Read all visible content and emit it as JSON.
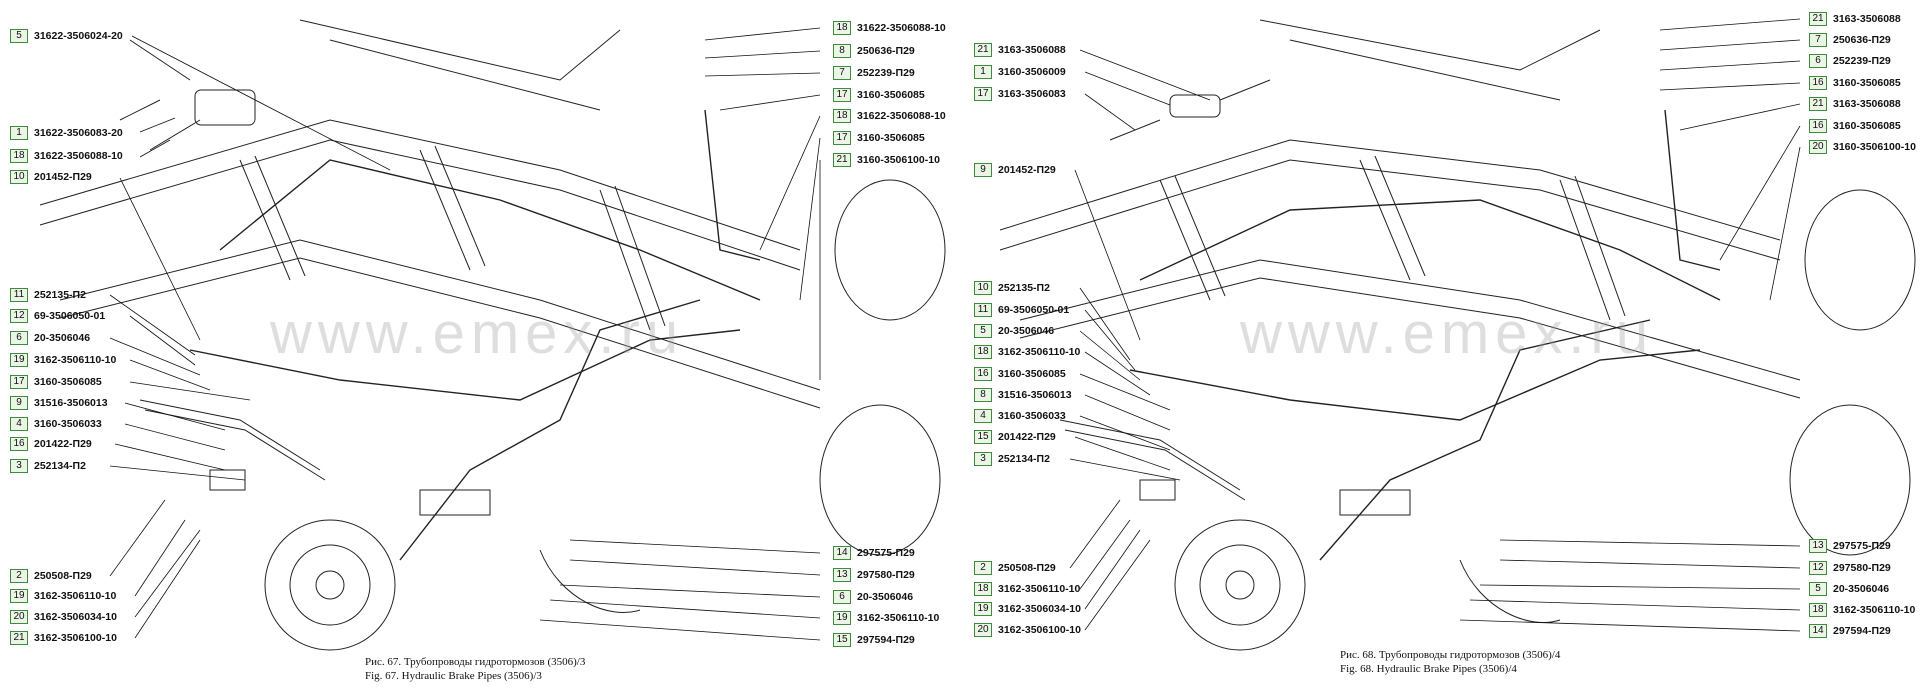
{
  "fig67": {
    "watermark": "www.emex.ru",
    "caption_ru": "Рис. 67. Трубопроводы гидротормозов (3506)/3",
    "caption_en": "Fig. 67. Hydraulic Brake Pipes (3506)/3",
    "labels": [
      {
        "num": "5",
        "code": "31622-3506024-20"
      },
      {
        "num": "1",
        "code": "31622-3506083-20"
      },
      {
        "num": "18",
        "code": "31622-3506088-10"
      },
      {
        "num": "10",
        "code": "201452-П29"
      },
      {
        "num": "11",
        "code": "252135-П2"
      },
      {
        "num": "12",
        "code": "69-3506050-01"
      },
      {
        "num": "6",
        "code": "20-3506046"
      },
      {
        "num": "19",
        "code": "3162-3506110-10"
      },
      {
        "num": "17",
        "code": "3160-3506085"
      },
      {
        "num": "9",
        "code": "31516-3506013"
      },
      {
        "num": "4",
        "code": "3160-3506033"
      },
      {
        "num": "16",
        "code": "201422-П29"
      },
      {
        "num": "3",
        "code": "252134-П2"
      },
      {
        "num": "2",
        "code": "250508-П29"
      },
      {
        "num": "19",
        "code": "3162-3506110-10"
      },
      {
        "num": "20",
        "code": "3162-3506034-10"
      },
      {
        "num": "21",
        "code": "3162-3506100-10"
      },
      {
        "num": "18",
        "code": "31622-3506088-10"
      },
      {
        "num": "8",
        "code": "250636-П29"
      },
      {
        "num": "7",
        "code": "252239-П29"
      },
      {
        "num": "17",
        "code": "3160-3506085"
      },
      {
        "num": "18",
        "code": "31622-3506088-10"
      },
      {
        "num": "17",
        "code": "3160-3506085"
      },
      {
        "num": "21",
        "code": "3160-3506100-10"
      },
      {
        "num": "14",
        "code": "297575-П29"
      },
      {
        "num": "13",
        "code": "297580-П29"
      },
      {
        "num": "6",
        "code": "20-3506046"
      },
      {
        "num": "19",
        "code": "3162-3506110-10"
      },
      {
        "num": "15",
        "code": "297594-П29"
      }
    ]
  },
  "fig68": {
    "watermark": "www.emex.ru",
    "caption_ru": "Рис. 68. Трубопроводы гидротормозов (3506)/4",
    "caption_en": "Fig. 68. Hydraulic Brake Pipes (3506)/4",
    "labels": [
      {
        "num": "21",
        "code": "3163-3506088"
      },
      {
        "num": "1",
        "code": "3160-3506009"
      },
      {
        "num": "17",
        "code": "3163-3506083"
      },
      {
        "num": "9",
        "code": "201452-П29"
      },
      {
        "num": "10",
        "code": "252135-П2"
      },
      {
        "num": "11",
        "code": "69-3506050-01"
      },
      {
        "num": "5",
        "code": "20-3506046"
      },
      {
        "num": "18",
        "code": "3162-3506110-10"
      },
      {
        "num": "16",
        "code": "3160-3506085"
      },
      {
        "num": "8",
        "code": "31516-3506013"
      },
      {
        "num": "4",
        "code": "3160-3506033"
      },
      {
        "num": "15",
        "code": "201422-П29"
      },
      {
        "num": "3",
        "code": "252134-П2"
      },
      {
        "num": "2",
        "code": "250508-П29"
      },
      {
        "num": "18",
        "code": "3162-3506110-10"
      },
      {
        "num": "19",
        "code": "3162-3506034-10"
      },
      {
        "num": "20",
        "code": "3162-3506100-10"
      },
      {
        "num": "21",
        "code": "3163-3506088"
      },
      {
        "num": "7",
        "code": "250636-П29"
      },
      {
        "num": "6",
        "code": "252239-П29"
      },
      {
        "num": "16",
        "code": "3160-3506085"
      },
      {
        "num": "21",
        "code": "3163-3506088"
      },
      {
        "num": "16",
        "code": "3160-3506085"
      },
      {
        "num": "20",
        "code": "3160-3506100-10"
      },
      {
        "num": "13",
        "code": "297575-П29"
      },
      {
        "num": "12",
        "code": "297580-П29"
      },
      {
        "num": "5",
        "code": "20-3506046"
      },
      {
        "num": "18",
        "code": "3162-3506110-10"
      },
      {
        "num": "14",
        "code": "297594-П29"
      }
    ]
  }
}
